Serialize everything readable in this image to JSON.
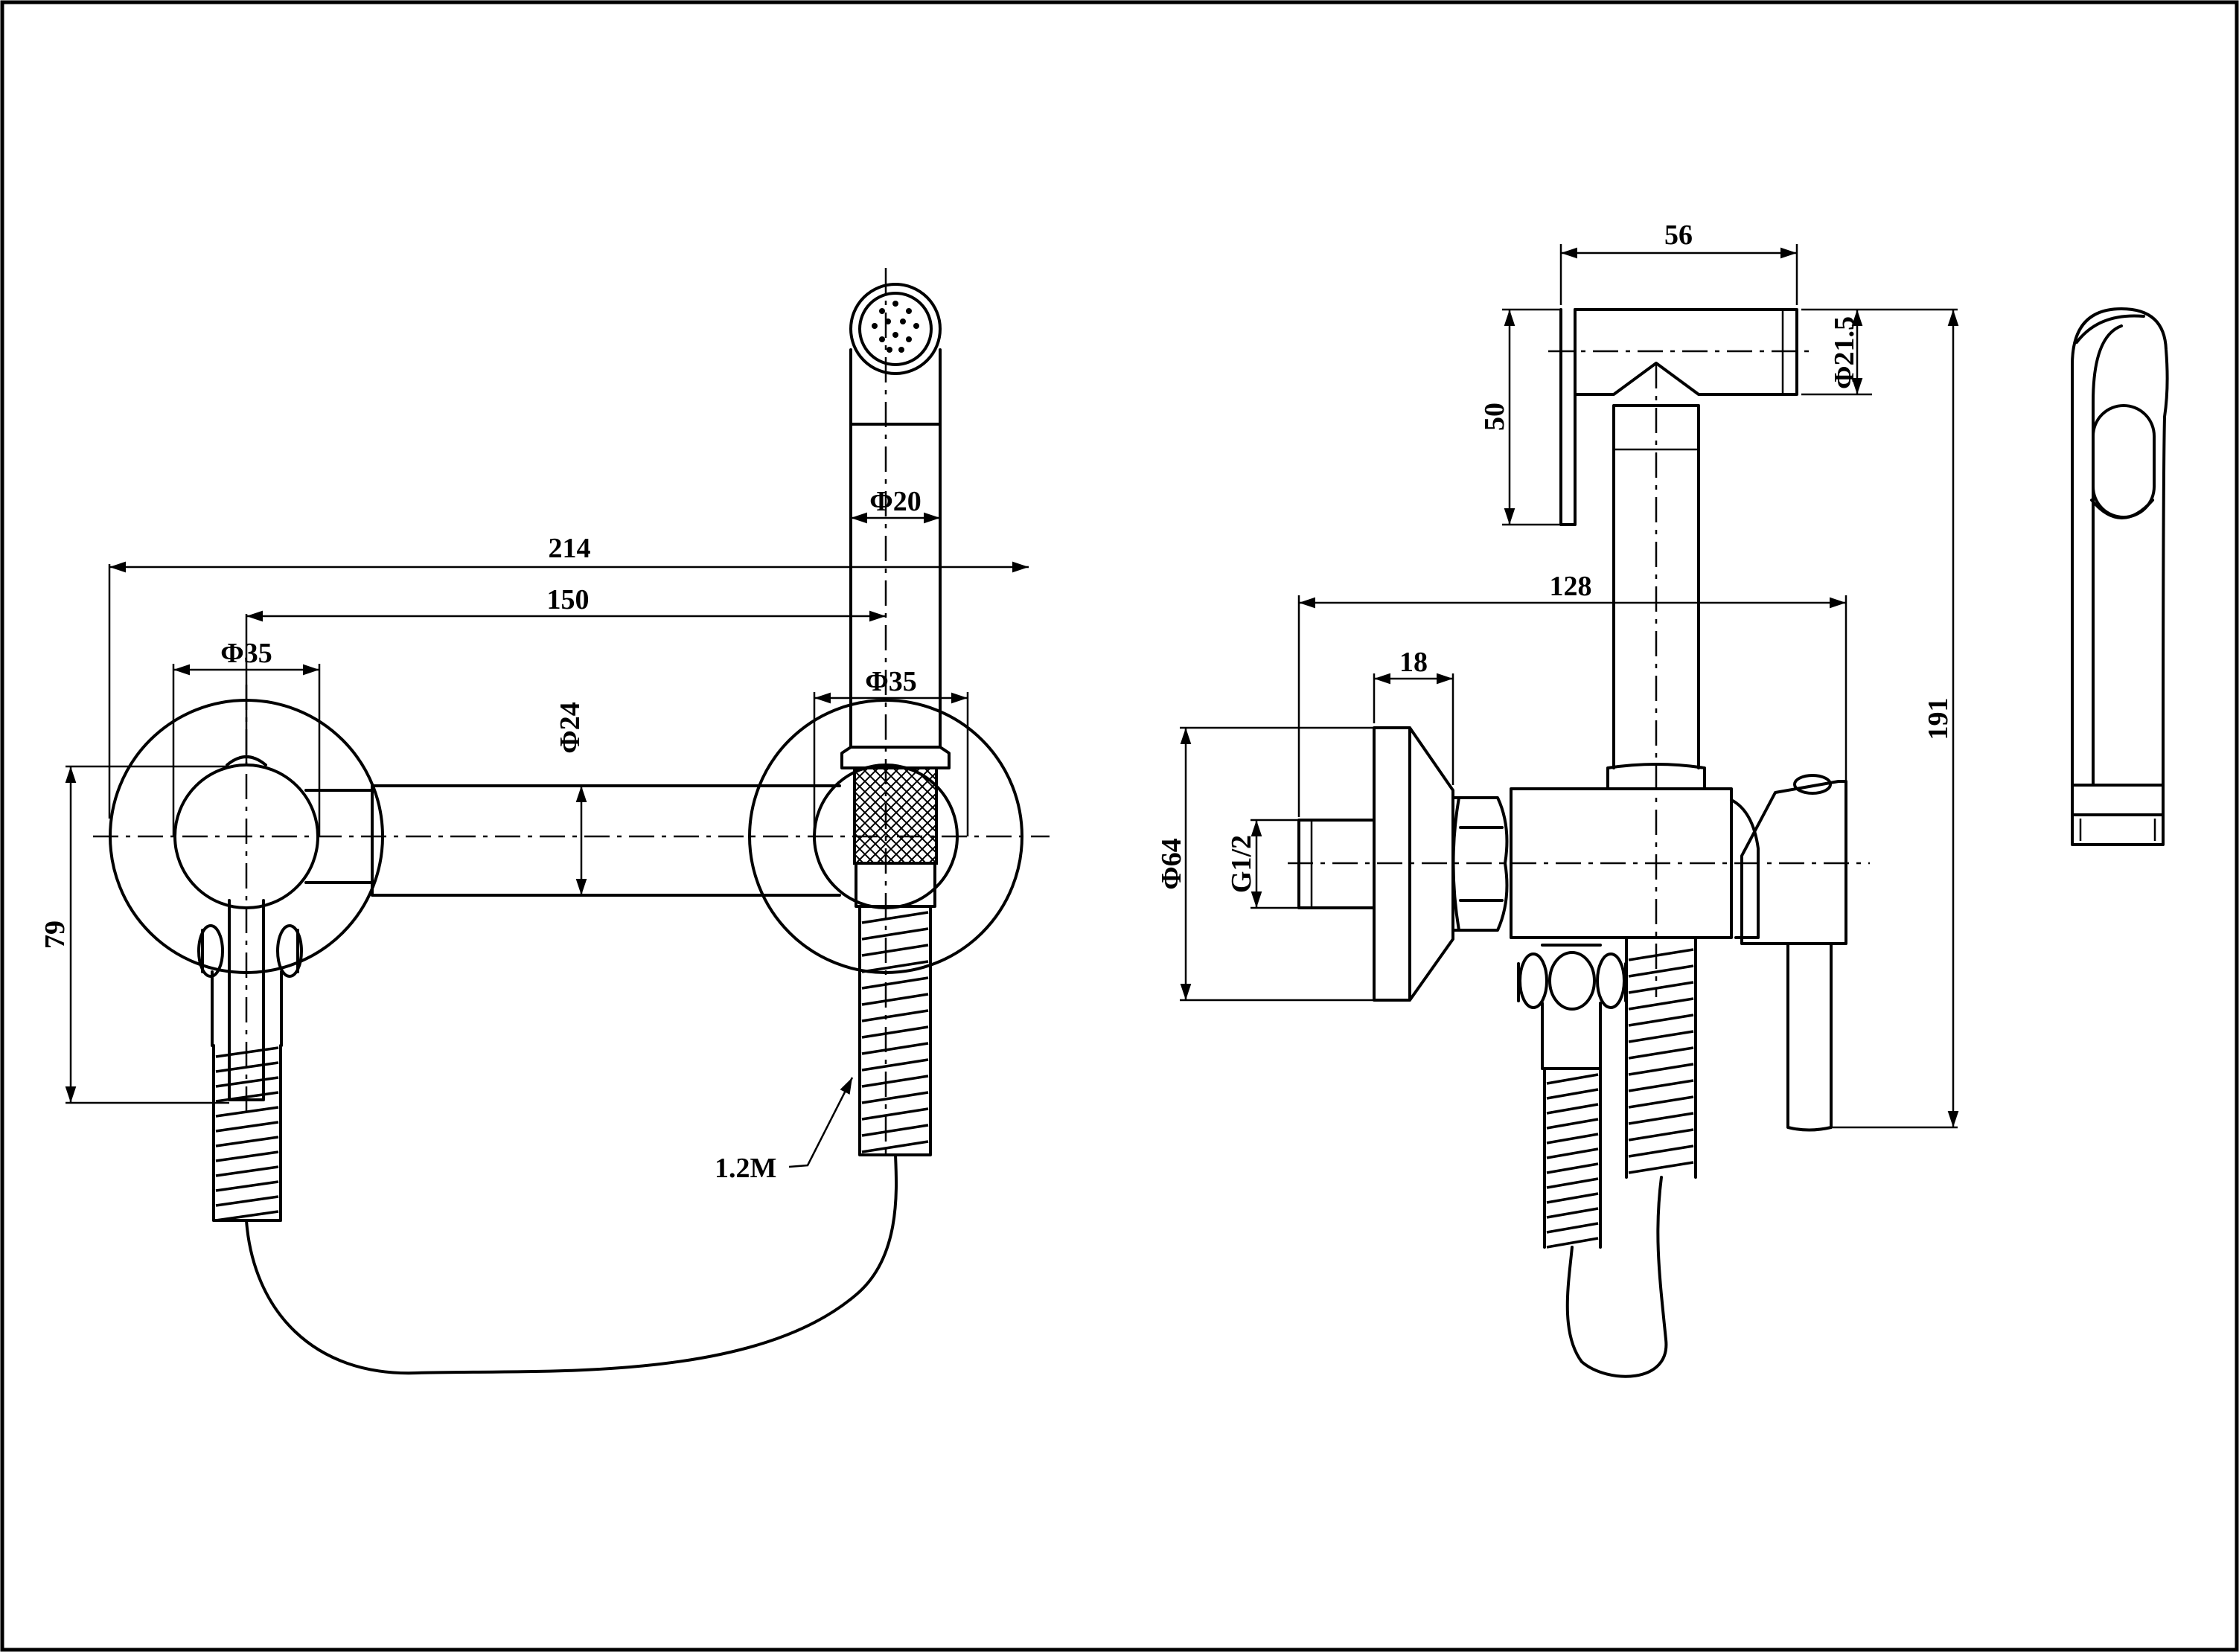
{
  "dimensions": {
    "overall_width": "214",
    "center_spacing": "150",
    "valve_dia": "Φ35",
    "holder_dia": "Φ35",
    "arm_dia": "Φ24",
    "sprayer_dia": "Φ20",
    "height_left": "79",
    "hose_length": "1.2M",
    "head_length": "56",
    "head_height": "50",
    "head_dia": "Φ21.5",
    "projection": "128",
    "flange_depth": "18",
    "flange_dia": "Φ64",
    "thread": "G1/2",
    "total_height": "191"
  },
  "colors": {
    "line": "#000000",
    "background": "#ffffff"
  }
}
